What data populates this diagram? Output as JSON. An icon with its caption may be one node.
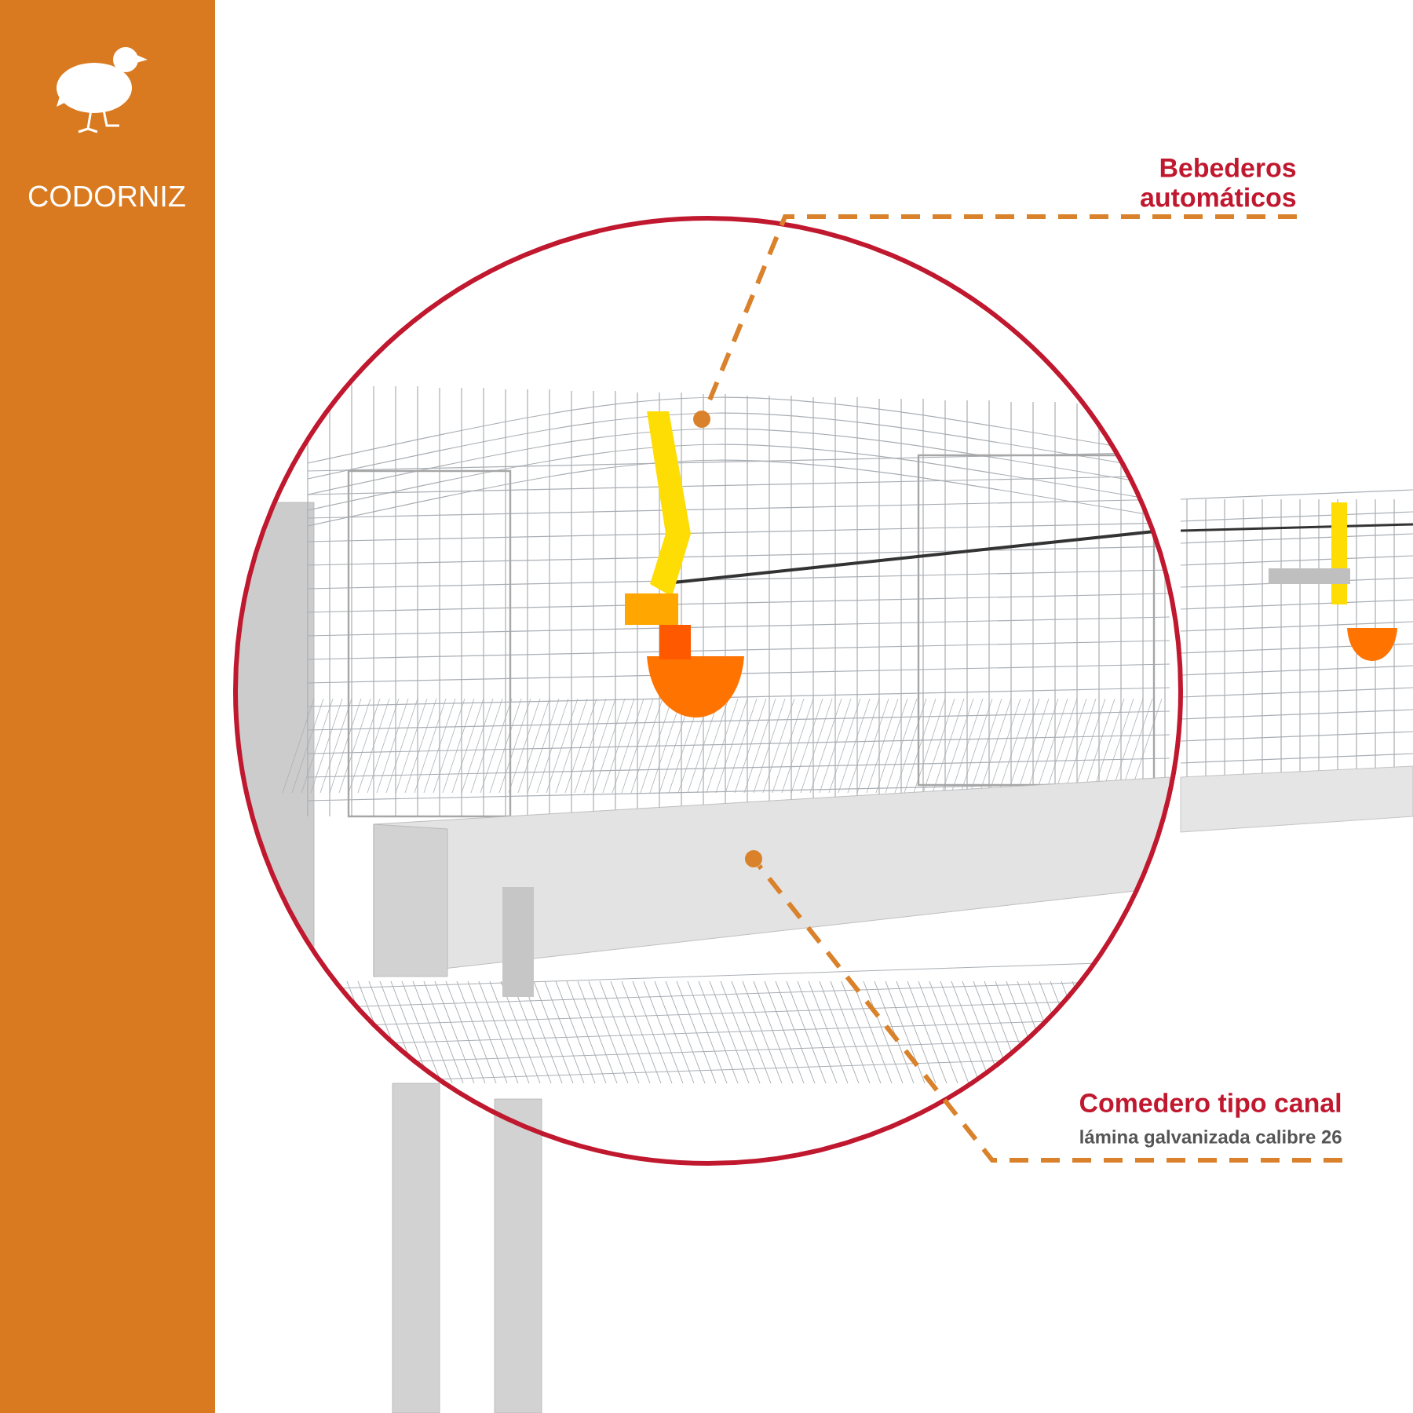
{
  "diagram": {
    "nodes": [
      {
        "text": [
          "CODORNIZ"
        ]
      },
      {
        "text": [
          "Bebederos automáticos"
        ]
      },
      {
        "text": [],
        "shape": "circle"
      },
      {
        "text": [
          "Comedero tipo canal",
          "lámina galvanizada calibre 26"
        ]
      },
      {
        "text": [],
        "shape": "circle"
      }
    ],
    "edges": [
      {
        "from": 1,
        "to": 2,
        "arrow": "none",
        "style": "dashed"
      },
      {
        "from": 3,
        "to": 4,
        "arrow": "none",
        "style": "dashed"
      }
    ]
  }
}
